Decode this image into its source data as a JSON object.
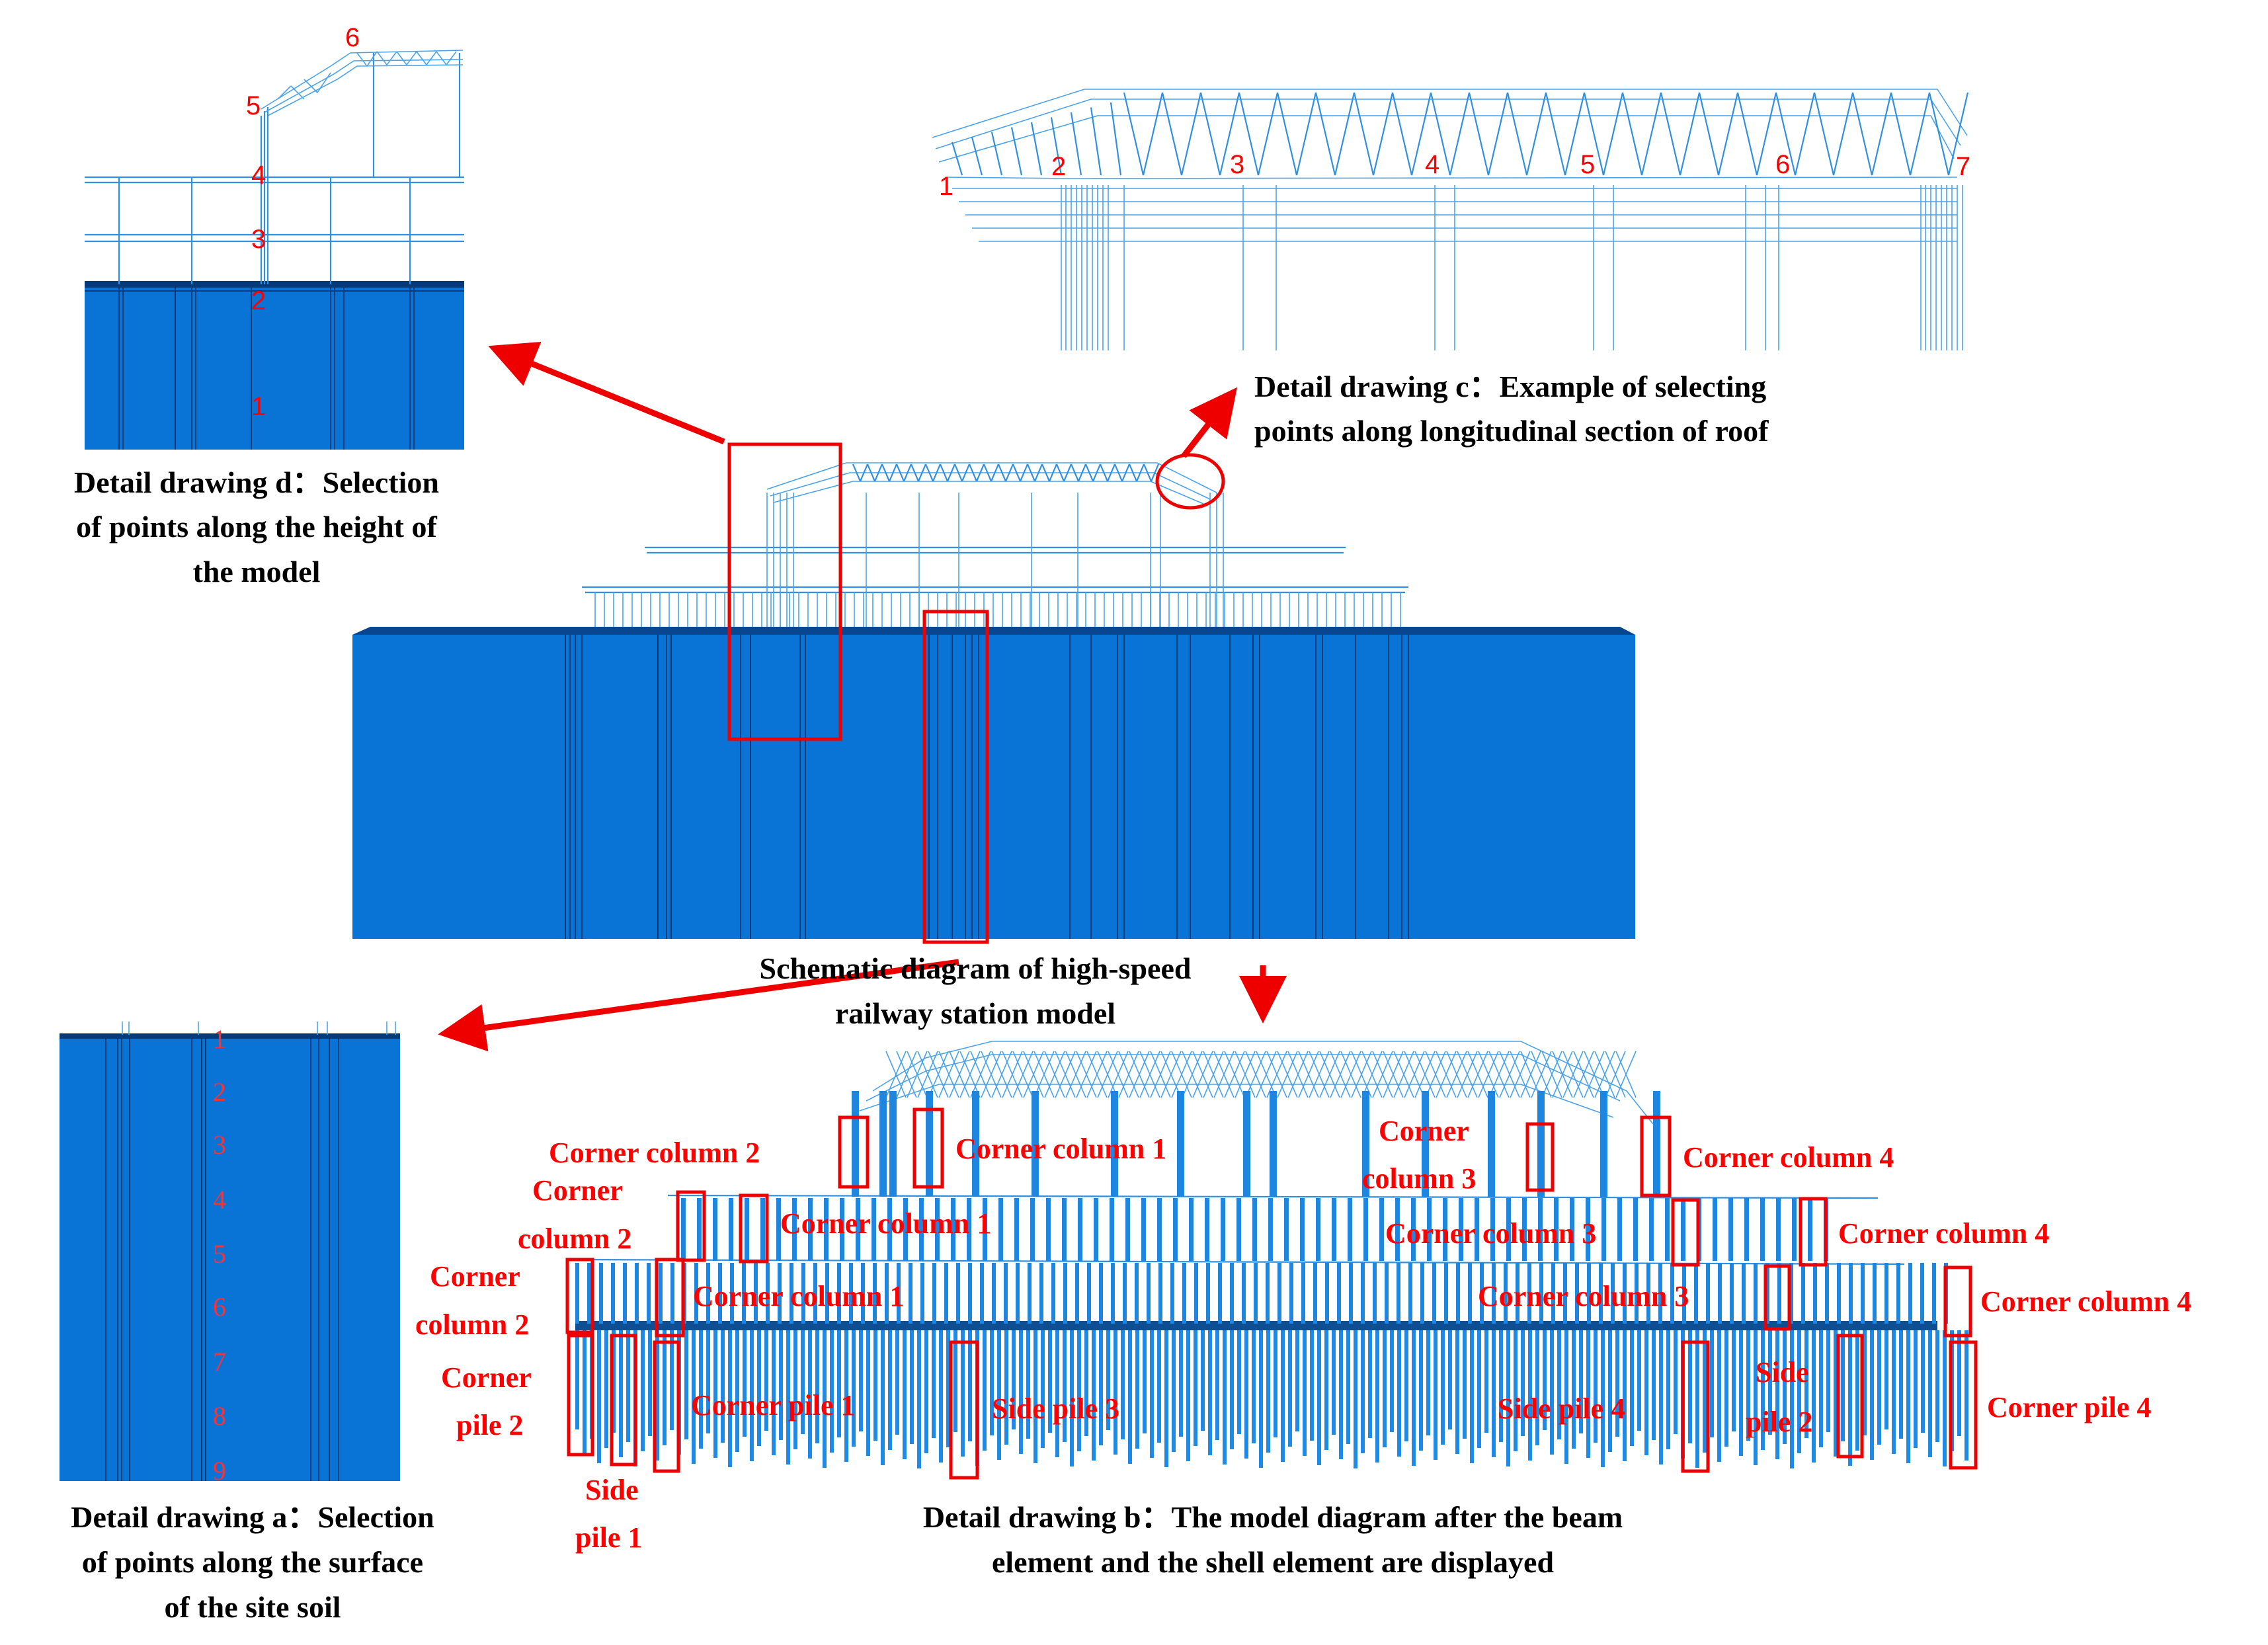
{
  "captions": {
    "d_line1": "Detail drawing d：Selection",
    "d_line2": "of points along the height of",
    "d_line3": "the model",
    "c_line1": "Detail drawing c：Example of selecting",
    "c_line2": "points along longitudinal section of roof",
    "main_line1": "Schematic diagram of high-speed",
    "main_line2": "railway station model",
    "a_line1": "Detail drawing a：Selection",
    "a_line2": "of points along the surface",
    "a_line3": "of the site soil",
    "b_line1": "Detail drawing b：The model diagram after the beam",
    "b_line2": "element and the shell element are displayed"
  },
  "points_d": [
    "1",
    "2",
    "3",
    "4",
    "5",
    "6"
  ],
  "points_c": [
    "1",
    "2",
    "3",
    "4",
    "5",
    "6",
    "7"
  ],
  "points_a": [
    "1",
    "2",
    "3",
    "4",
    "5",
    "6",
    "7",
    "8",
    "9"
  ],
  "labels_b": {
    "roof_corner_column_2": "Corner column 2",
    "roof_corner_column_1": "Corner column 1",
    "roof_corner_column_3_l1": "Corner",
    "roof_corner_column_3_l2": "column 3",
    "roof_corner_column_4": "Corner column 4",
    "upper_corner_column_2_l1": "Corner",
    "upper_corner_column_2_l2": "column 2",
    "upper_corner_column_1": "Corner column 1",
    "upper_corner_column_3": "Corner column 3",
    "upper_corner_column_4": "Corner column 4",
    "lower_corner_column_2_l1": "Corner",
    "lower_corner_column_2_l2": "column 2",
    "lower_corner_column_1": "Corner column 1",
    "lower_corner_column_3": "Corner column 3",
    "lower_corner_column_4": "Corner column 4",
    "corner_pile_2_l1": "Corner",
    "corner_pile_2_l2": "pile 2",
    "side_pile_1_l1": "Side",
    "side_pile_1_l2": "pile 1",
    "corner_pile_1": "Corner pile 1",
    "side_pile_3": "Side  pile 3",
    "side_pile_4": "Side  pile 4",
    "side_pile_2_l1": "Side",
    "side_pile_2_l2": "pile 2",
    "corner_pile_4": "Corner pile 4"
  },
  "colors": {
    "soil_blue": "#0a74d6",
    "wire_blue": "#2f8fe0",
    "annotation_red": "#ee0000"
  }
}
